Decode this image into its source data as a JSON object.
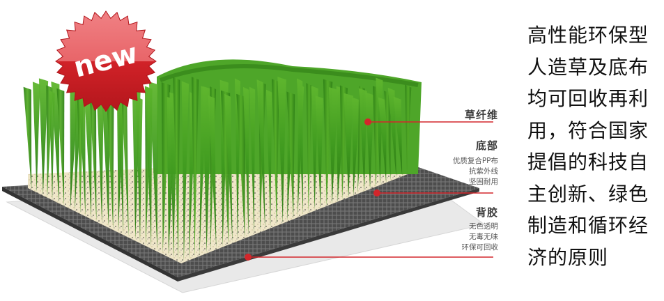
{
  "badge": {
    "label": "new",
    "colors": {
      "light": "#ee6b6e",
      "dark": "#c81e24",
      "text": "#ffffff"
    }
  },
  "callouts": [
    {
      "id": "fiber",
      "title": "草纤维",
      "lines": []
    },
    {
      "id": "base",
      "title": "底部",
      "lines": [
        "优质复合PP布",
        "抗紫外线",
        "坚固耐用"
      ]
    },
    {
      "id": "backing",
      "title": "背胶",
      "lines": [
        "无色透明",
        "无毒无味",
        "环保可回收"
      ]
    }
  ],
  "description": {
    "lines": [
      "高性能环保型",
      "人造草及底布",
      "均可回收再利",
      "用，符合国家",
      "提倡的科技自",
      "主创新、绿色",
      "制造和循环经",
      "济的原则"
    ]
  },
  "colors": {
    "accent_red": "#d3262b",
    "grass": "#3f9a1f",
    "grass_dark": "#2b7a12",
    "base_dark": "#4a4a4a",
    "infill": "#efe6c8"
  }
}
